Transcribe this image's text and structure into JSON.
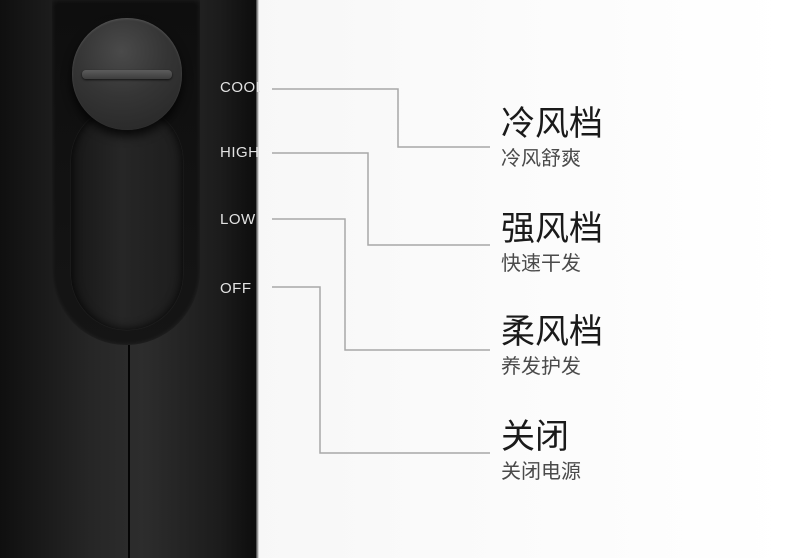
{
  "switch_positions": [
    {
      "label": "COOL"
    },
    {
      "label": "HIGH"
    },
    {
      "label": "LOW"
    },
    {
      "label": "OFF"
    }
  ],
  "callouts": [
    {
      "title": "冷风档",
      "subtitle": "冷风舒爽"
    },
    {
      "title": "强风档",
      "subtitle": "快速干发"
    },
    {
      "title": "柔风档",
      "subtitle": "养发护发"
    },
    {
      "title": "关闭",
      "subtitle": "关闭电源"
    }
  ],
  "colors": {
    "device": "#1c1c1c",
    "line": "#a8a8a8",
    "title_text": "#1a1a1a",
    "subtitle_text": "#4a4a4a"
  }
}
